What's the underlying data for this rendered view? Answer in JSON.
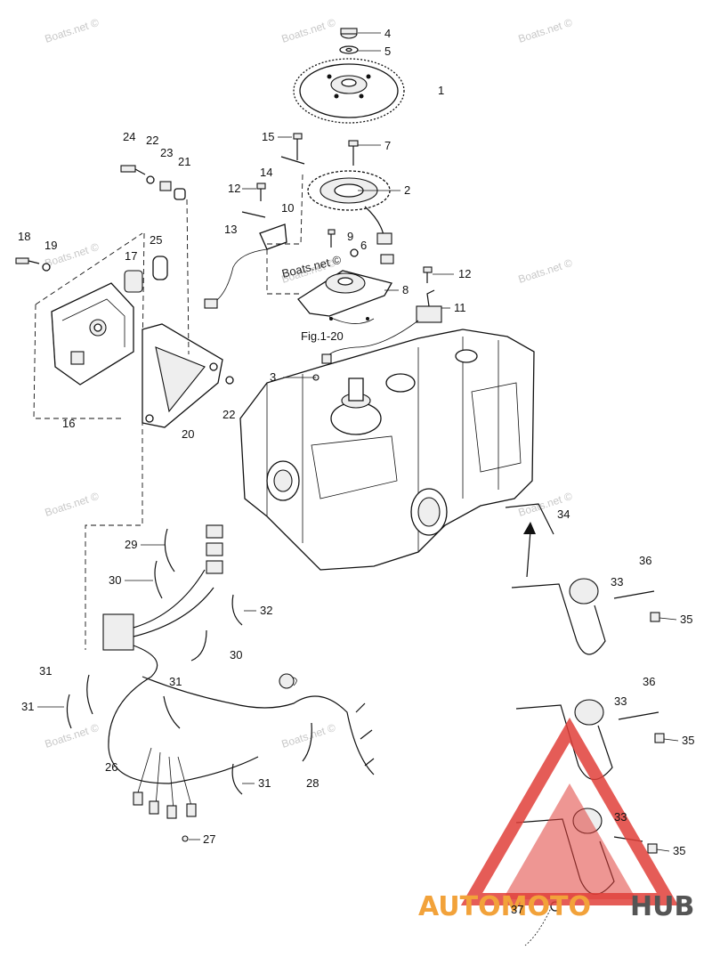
{
  "diagram": {
    "part_numbers": [
      "1",
      "2",
      "3",
      "4",
      "5",
      "6",
      "7",
      "8",
      "9",
      "10",
      "11",
      "12",
      "12",
      "13",
      "14",
      "15",
      "16",
      "17",
      "18",
      "19",
      "20",
      "21",
      "22",
      "22",
      "23",
      "24",
      "25",
      "26",
      "27",
      "28",
      "29",
      "30",
      "30",
      "31",
      "31",
      "31",
      "31",
      "32",
      "33",
      "33",
      "33",
      "34",
      "35",
      "35",
      "35",
      "36",
      "36",
      "37"
    ],
    "figure_ref": "Fig.1-20",
    "watermark": "Boats.net ©"
  },
  "logo": {
    "word1": "AUTOMOTO",
    "word2": "HUB",
    "colors": {
      "red": "#e0403a",
      "orange": "#f2a23a",
      "dark": "#555555"
    }
  }
}
